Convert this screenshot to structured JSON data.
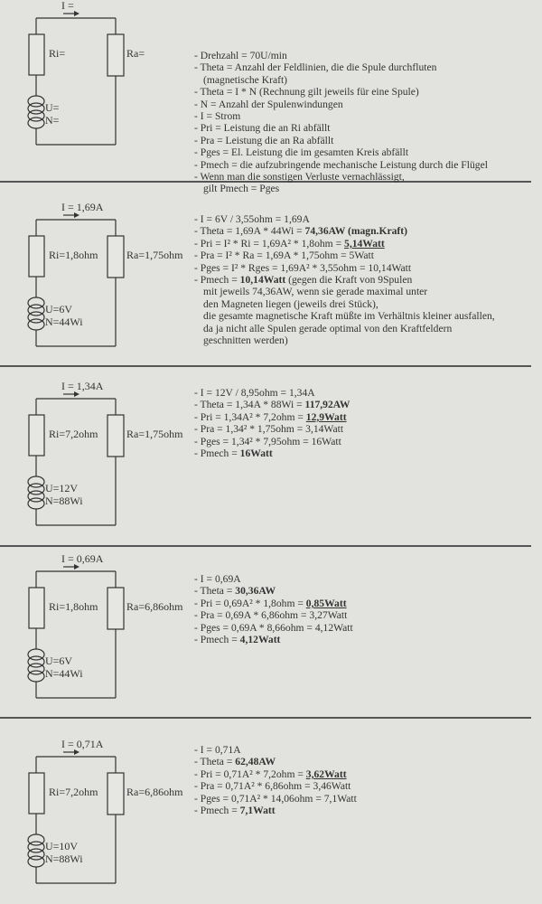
{
  "sections": [
    {
      "circuit": {
        "I": "I =",
        "Ri": "Ri=",
        "Ra": "Ra=",
        "U": "U=",
        "N": "N="
      },
      "lines": [
        [
          {
            "t": "- Drehzahl = 70U/min"
          }
        ],
        [
          {
            "t": "- Theta = Anzahl der Feldlinien, die die Spule durchfluten"
          }
        ],
        [
          {
            "t": "(magnetische Kraft)",
            "i": 1
          }
        ],
        [
          {
            "t": "- Theta = I * N (Rechnung gilt jeweils für eine Spule)"
          }
        ],
        [
          {
            "t": "- N = Anzahl der Spulenwindungen"
          }
        ],
        [
          {
            "t": "- I = Strom"
          }
        ],
        [
          {
            "t": "- Pri = Leistung die an Ri abfällt"
          }
        ],
        [
          {
            "t": "- Pra = Leistung die an Ra abfällt"
          }
        ],
        [
          {
            "t": "- Pges = El. Leistung die im gesamten Kreis abfällt"
          }
        ],
        [
          {
            "t": "- Pmech = die aufzubringende mechanische Leistung durch die Flügel"
          }
        ],
        [
          {
            "t": "- Wenn man die sonstigen Verluste vernachlässigt,"
          }
        ],
        [
          {
            "t": "gilt Pmech = Pges",
            "i": 1
          }
        ]
      ]
    },
    {
      "circuit": {
        "I": "I = 1,69A",
        "Ri": "Ri=1,8ohm",
        "Ra": "Ra=1,75ohm",
        "U": "U=6V",
        "N": "N=44Wi"
      },
      "lines": [
        [
          {
            "t": "- I = 6V / 3,55ohm = 1,69A"
          }
        ],
        [
          {
            "t": "- Theta = 1,69A * 44Wi = "
          },
          {
            "t": "74,36AW (magn.Kraft)",
            "b": 1
          }
        ],
        [
          {
            "t": "- Pri = I² * Ri = 1,69A² * 1,8ohm = "
          },
          {
            "t": "5,14Watt",
            "b": 1,
            "u": 1
          }
        ],
        [
          {
            "t": "- Pra = I² * Ra = 1,69A * 1,75ohm = 5Watt"
          }
        ],
        [
          {
            "t": "- Pges = I² * Rges = 1,69A² * 3,55ohm = 10,14Watt"
          }
        ],
        [
          {
            "t": "- Pmech = "
          },
          {
            "t": "10,14Watt",
            "b": 1
          },
          {
            "t": " (gegen die Kraft von 9Spulen"
          }
        ],
        [
          {
            "t": "mit jeweils 74,36AW, wenn sie gerade maximal unter",
            "i": 1
          }
        ],
        [
          {
            "t": "den Magneten liegen (jeweils drei Stück),",
            "i": 1
          }
        ],
        [
          {
            "t": "die gesamte magnetische Kraft müßte im Verhältnis kleiner ausfallen,",
            "i": 1
          }
        ],
        [
          {
            "t": "da ja nicht alle Spulen gerade optimal von den Kraftfeldern",
            "i": 1
          }
        ],
        [
          {
            "t": "geschnitten werden)",
            "i": 1
          }
        ]
      ]
    },
    {
      "circuit": {
        "I": "I = 1,34A",
        "Ri": "Ri=7,2ohm",
        "Ra": "Ra=1,75ohm",
        "U": "U=12V",
        "N": "N=88Wi"
      },
      "lines": [
        [
          {
            "t": "- I = 12V / 8,95ohm = 1,34A"
          }
        ],
        [
          {
            "t": "- Theta = 1,34A * 88Wi = "
          },
          {
            "t": "117,92AW",
            "b": 1
          }
        ],
        [
          {
            "t": "- Pri = 1,34A² * 7,2ohm = "
          },
          {
            "t": "12,9Watt",
            "b": 1,
            "u": 1
          }
        ],
        [
          {
            "t": "- Pra = 1,34² * 1,75ohm = 3,14Watt"
          }
        ],
        [
          {
            "t": "- Pges = 1,34² * 7,95ohm = 16Watt"
          }
        ],
        [
          {
            "t": "- Pmech = "
          },
          {
            "t": "16Watt",
            "b": 1
          }
        ]
      ]
    },
    {
      "circuit": {
        "I": "I = 0,69A",
        "Ri": "Ri=1,8ohm",
        "Ra": "Ra=6,86ohm",
        "U": "U=6V",
        "N": "N=44Wi"
      },
      "lines": [
        [
          {
            "t": "- I = 0,69A"
          }
        ],
        [
          {
            "t": "- Theta = "
          },
          {
            "t": "30,36AW",
            "b": 1
          }
        ],
        [
          {
            "t": "- Pri = 0,69A² * 1,8ohm = "
          },
          {
            "t": "0,85Watt",
            "b": 1,
            "u": 1
          }
        ],
        [
          {
            "t": "- Pra = 0,69A * 6,86ohm = 3,27Watt"
          }
        ],
        [
          {
            "t": "- Pges = 0,69A * 8,66ohm = 4,12Watt"
          }
        ],
        [
          {
            "t": "- Pmech = "
          },
          {
            "t": "4,12Watt",
            "b": 1
          }
        ]
      ]
    },
    {
      "circuit": {
        "I": "I = 0,71A",
        "Ri": "Ri=7,2ohm",
        "Ra": "Ra=6,86ohm",
        "U": "U=10V",
        "N": "N=88Wi"
      },
      "lines": [
        [
          {
            "t": "- I = 0,71A"
          }
        ],
        [
          {
            "t": "- Theta = "
          },
          {
            "t": "62,48AW",
            "b": 1
          }
        ],
        [
          {
            "t": "- Pri = 0,71A² * 7,2ohm = "
          },
          {
            "t": "3,62Watt",
            "b": 1,
            "u": 1
          }
        ],
        [
          {
            "t": "- Pra = 0,71A² * 6,86ohm = 3,46Watt"
          }
        ],
        [
          {
            "t": "- Pges = 0,71A² * 14,06ohm = 7,1Watt"
          }
        ],
        [
          {
            "t": "- Pmech = "
          },
          {
            "t": "7,1Watt",
            "b": 1
          }
        ]
      ]
    }
  ]
}
